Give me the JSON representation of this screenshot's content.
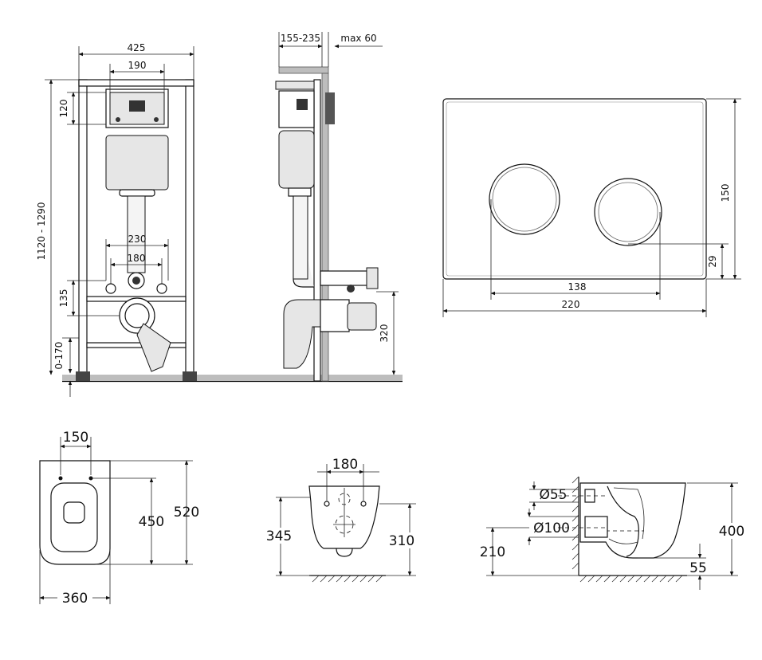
{
  "frame_front": {
    "width": "425",
    "panel_width": "190",
    "top_offset": "120",
    "height": "1120 - 1290",
    "bolt_spacing_outer": "230",
    "bolt_spacing_inner": "180",
    "outlet_height": "135",
    "leg_adjust": "0-170"
  },
  "frame_side": {
    "depth": "155-235",
    "wall_max": "max 60",
    "outlet_height": "320"
  },
  "flush_plate": {
    "width": "220",
    "height": "150",
    "button_span": "138",
    "button_offset": "29"
  },
  "bowl_top": {
    "hole_spacing": "150",
    "inner_length": "450",
    "length": "520",
    "width": "360"
  },
  "bowl_back": {
    "bolt_spacing": "180",
    "height_left": "345",
    "height_right": "310"
  },
  "bowl_side": {
    "inlet_diameter": "Ø55",
    "outlet_diameter": "Ø100",
    "outlet_height": "210",
    "bowl_height": "400",
    "bottom_offset": "55"
  }
}
